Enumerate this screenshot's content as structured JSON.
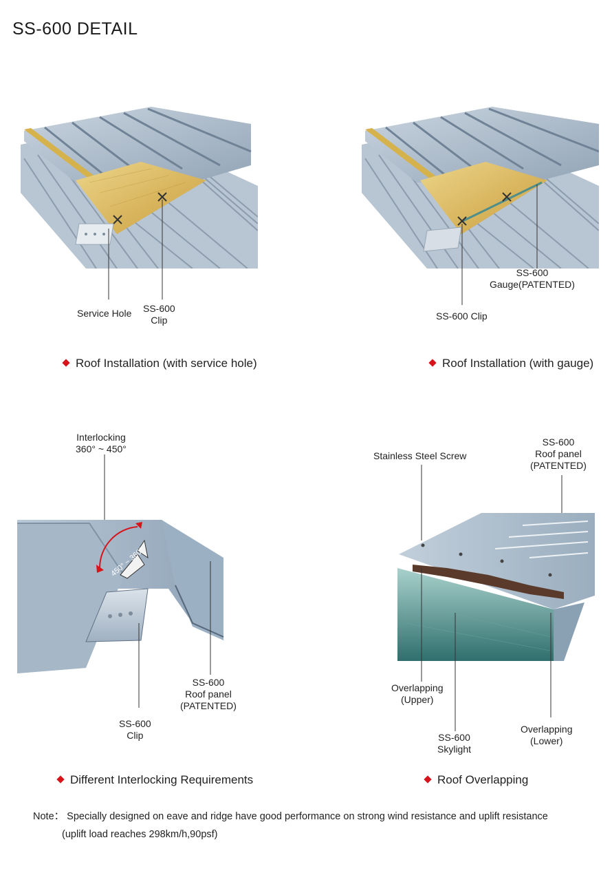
{
  "page": {
    "title": "SS-600 DETAIL"
  },
  "panels": [
    {
      "caption": "Roof Installation (with service hole)",
      "labels": {
        "service_hole": "Service Hole",
        "clip_line1": "SS-600",
        "clip_line2": "Clip"
      }
    },
    {
      "caption": "Roof Installation (with gauge)",
      "labels": {
        "gauge_line1": "SS-600",
        "gauge_line2": "Gauge(PATENTED)",
        "clip": "SS-600 Clip"
      }
    },
    {
      "caption": "Different Interlocking Requirements",
      "labels": {
        "interlock_line1": "Interlocking",
        "interlock_line2": "360° ~ 450°",
        "arc_text": "450° ~ 360°",
        "panel_line1": "SS-600",
        "panel_line2": "Roof panel",
        "panel_line3": "(PATENTED)",
        "clip_line1": "SS-600",
        "clip_line2": "Clip"
      }
    },
    {
      "caption": "Roof Overlapping",
      "labels": {
        "screw": "Stainless Steel Screw",
        "panel_line1": "SS-600",
        "panel_line2": "Roof panel",
        "panel_line3": "(PATENTED)",
        "upper_line1": "Overlapping",
        "upper_line2": "(Upper)",
        "skylight_line1": "SS-600",
        "skylight_line2": "Skylight",
        "lower_line1": "Overlapping",
        "lower_line2": "(Lower)"
      }
    }
  ],
  "note": {
    "line1": "Note： Specially designed on eave and ridge have good performance on strong wind resistance and uplift resistance",
    "line2": "(uplift load reaches 298km/h,90psf)"
  },
  "colors": {
    "accent": "#d7141a",
    "panel": "#a9b9c8",
    "insulation": "#d9b85a",
    "skylight": "#4f8e8a"
  }
}
